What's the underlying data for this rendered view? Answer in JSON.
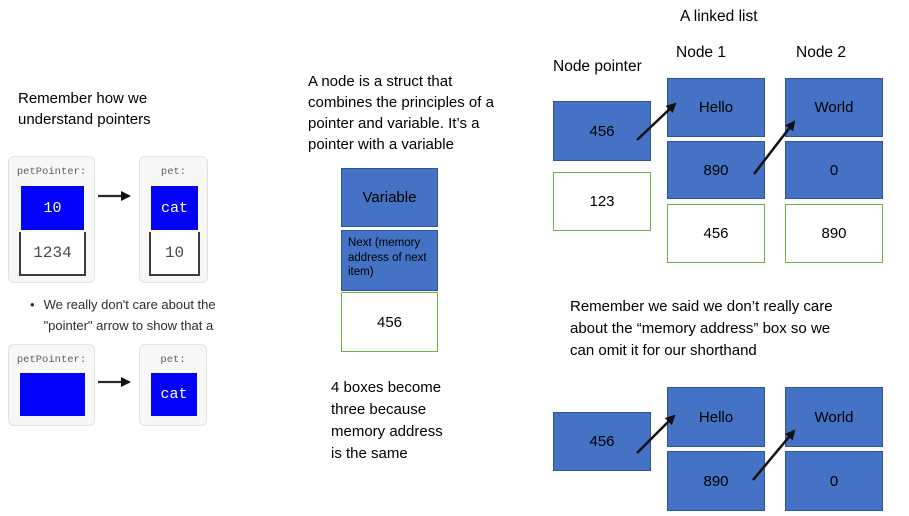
{
  "colors": {
    "accent_blue": "#4472C4",
    "accent_blue_border": "#2F5597",
    "pure_blue": "#0202FA",
    "green_border": "#70AD47",
    "card_bg": "#f7f7f7",
    "card_border": "#e3e3e3",
    "arrow_dark": "#1a1a1a"
  },
  "left": {
    "heading": "Remember how we\nunderstand pointers",
    "bullet_marker": "•",
    "bullet_text": "We really don't care about the\n\"pointer\" arrow to show that a",
    "top_pair": {
      "pointer_card": {
        "label": "petPointer:",
        "value": "10",
        "address": "1234"
      },
      "pet_card": {
        "label": "pet:",
        "value": "cat",
        "address": "10"
      }
    },
    "bottom_pair": {
      "pointer_card": {
        "label": "petPointer:",
        "value": ""
      },
      "pet_card": {
        "label": "pet:",
        "value": "cat"
      }
    }
  },
  "middle": {
    "paragraph": "A node is a struct that\ncombines the principles of a\npointer and variable. It’s a\npointer with a variable",
    "node_struct": {
      "variable_label": "Variable",
      "next_label": "Next (memory\naddress of next\nitem)",
      "address_value": "456"
    },
    "caption": "4 boxes become\nthree because\nmemory address\nis the same"
  },
  "right": {
    "title": "A linked list",
    "labels": {
      "pointer": "Node pointer",
      "node1": "Node 1",
      "node2": "Node 2"
    },
    "top": {
      "pointer_value": "456",
      "pointer_address": "123",
      "node1_value": "Hello",
      "node1_next": "890",
      "node1_address": "456",
      "node2_value": "World",
      "node2_next": "0",
      "node2_address": "890"
    },
    "note": "Remember we said we don’t really care\nabout the “memory address” box so we\ncan omit it for our shorthand",
    "bottom": {
      "pointer_value": "456",
      "node1_value": "Hello",
      "node1_next": "890",
      "node2_value": "World",
      "node2_next": "0"
    }
  }
}
